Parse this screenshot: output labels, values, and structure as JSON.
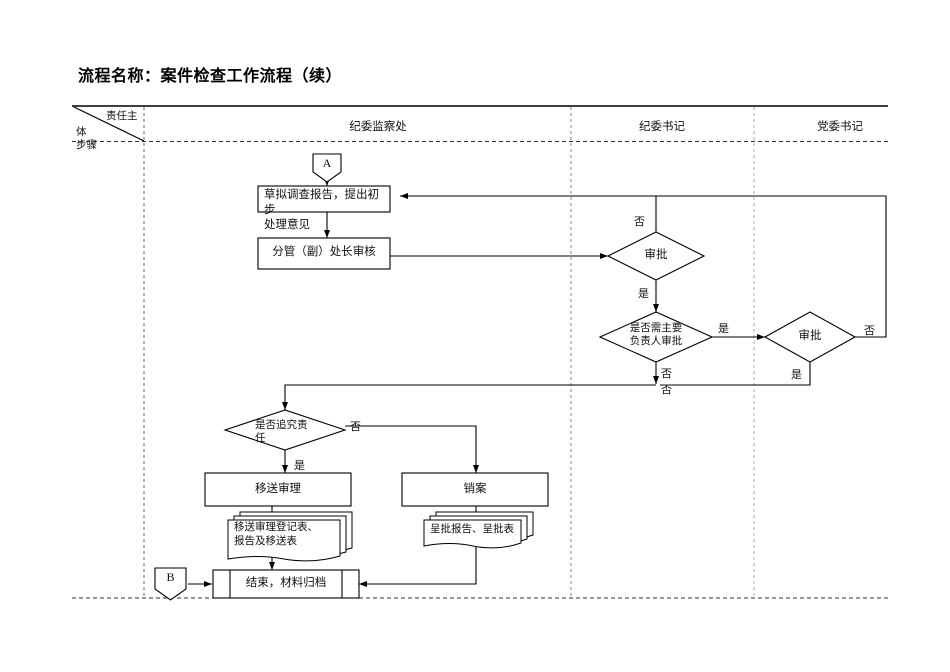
{
  "document": {
    "title": "流程名称：案件检查工作流程（续）"
  },
  "table_header": {
    "corner_top": "责任主",
    "corner_mid": "体",
    "corner_bottom": "步骤",
    "lanes": [
      {
        "id": "jiwei-jiancha-chu",
        "label": "纪委监察处"
      },
      {
        "id": "jiwei-shuji",
        "label": "纪委书记"
      },
      {
        "id": "dangwei-shuji",
        "label": "党委书记"
      }
    ]
  },
  "nodes": {
    "connector_a": {
      "label": "A",
      "shape": "off-page-connector"
    },
    "connector_b": {
      "label": "B",
      "shape": "off-page-connector"
    },
    "draft_report": {
      "label": "草拟调查报告，提出初步\n处理意见",
      "shape": "process"
    },
    "deputy_review": {
      "label": "分管（副）处长审核",
      "shape": "process"
    },
    "approve_1": {
      "label": "审批",
      "shape": "decision"
    },
    "need_chief_approval": {
      "label": "是否需主要\n负责人审批",
      "shape": "decision"
    },
    "approve_2": {
      "label": "审批",
      "shape": "decision"
    },
    "pursue_responsibility": {
      "label": "是否追究责\n任",
      "shape": "decision"
    },
    "transfer_trial": {
      "label": "移送审理",
      "shape": "process"
    },
    "close_case": {
      "label": "销案",
      "shape": "process"
    },
    "transfer_docs": {
      "label": "移送审理登记表、\n报告及移送表",
      "shape": "multi-document"
    },
    "approval_docs": {
      "label": "呈批报告、呈批表",
      "shape": "multi-document"
    },
    "end_archive": {
      "label": "结束，材料归档",
      "shape": "predefined-process"
    }
  },
  "edge_labels": {
    "approve1_no": "否",
    "approve1_yes": "是",
    "need_chief_yes": "是",
    "need_chief_no": "否",
    "approve2_no": "否",
    "approve2_yes": "是",
    "merge_no": "否",
    "pursue_no": "否",
    "pursue_yes": "是"
  },
  "colors": {
    "line": "#000000",
    "lane_divider": "#888888",
    "background": "#ffffff"
  }
}
